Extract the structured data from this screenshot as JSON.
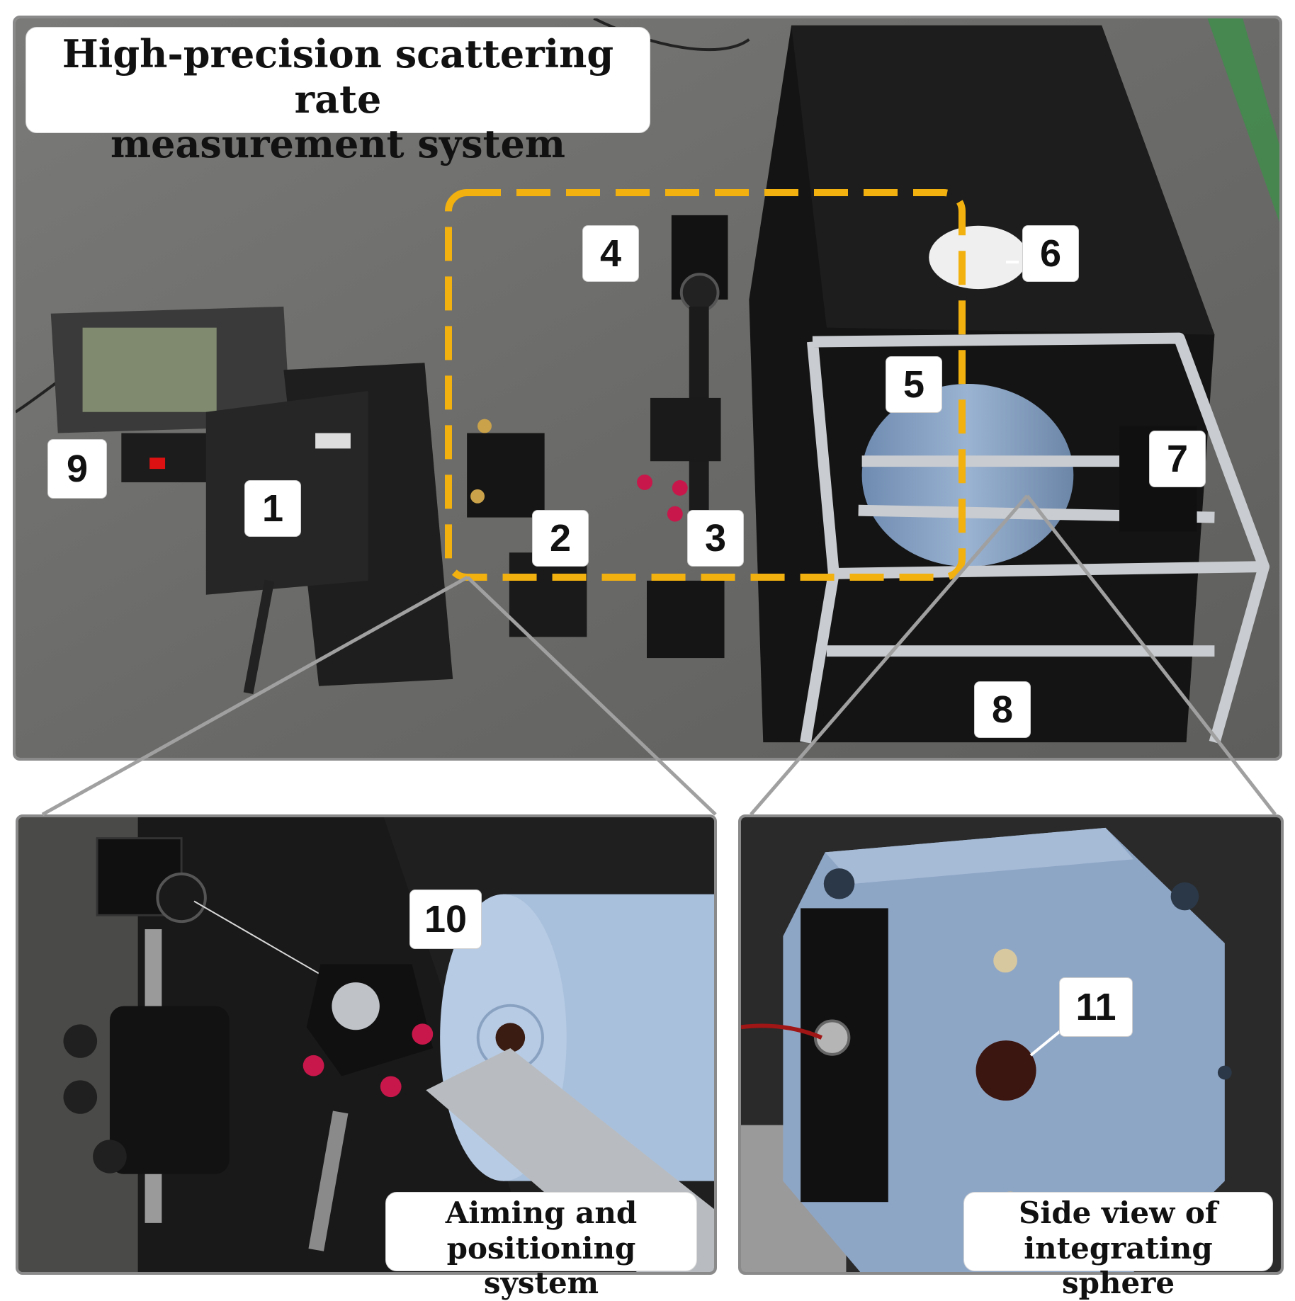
{
  "title": {
    "line1": "High-precision scattering rate",
    "line2": "measurement system"
  },
  "labels": [
    "1",
    "2",
    "3",
    "4",
    "5",
    "6",
    "7",
    "8",
    "9",
    "10",
    "11"
  ],
  "captions": {
    "aiming": {
      "line1": "Aiming and",
      "line2": "positioning system"
    },
    "side_view": {
      "line1": "Side view of",
      "line2": "integrating sphere"
    }
  },
  "colors": {
    "highlight_dashed_box": "#f2b10f",
    "frame_border": "#8a8a8a",
    "floor": "#6f6f6f",
    "sphere_blue": "#8fa8c8",
    "enclosure_black": "#1a1a1a"
  }
}
